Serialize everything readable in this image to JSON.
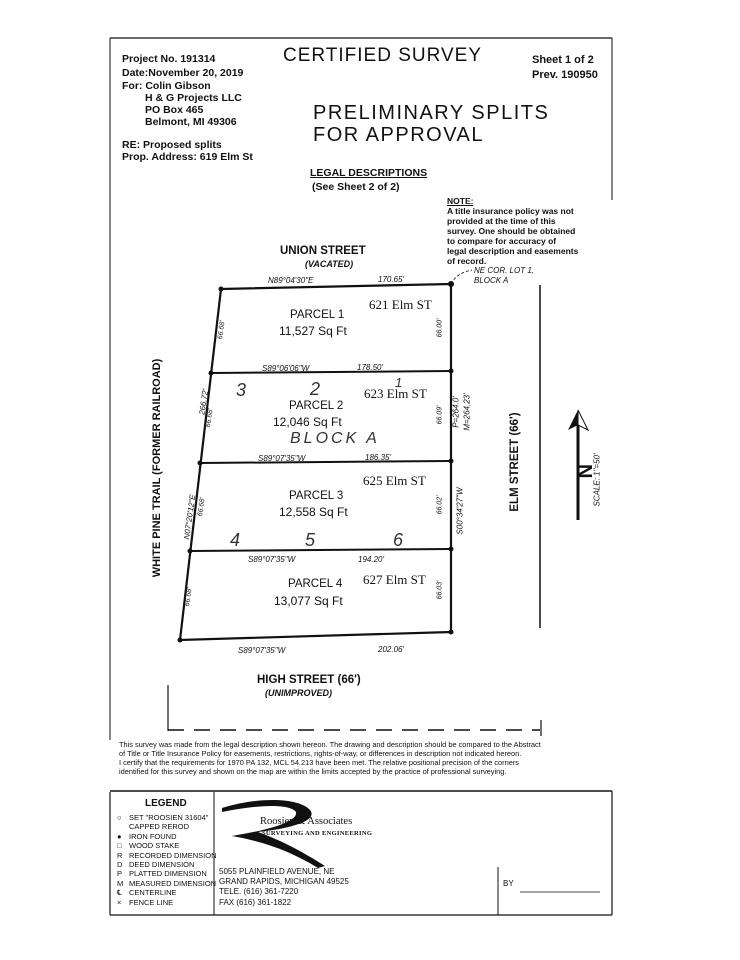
{
  "header": {
    "project": "Project No. 191314",
    "date": "Date:November 20, 2019",
    "for_label": "For: Colin Gibson",
    "client_line2": "H & G Projects LLC",
    "client_line3": "PO Box 465",
    "client_line4": "Belmont, MI  49306",
    "re": "RE: Proposed splits",
    "prop_address": "Prop. Address: 619 Elm St",
    "title": "CERTIFIED SURVEY",
    "sheet": "Sheet 1 of 2",
    "prev": "Prev. 190950",
    "prelim_line1": "PRELIMINARY SPLITS",
    "prelim_line2": "FOR APPROVAL",
    "legal_title": "LEGAL DESCRIPTIONS",
    "legal_sub": "(See Sheet 2 of 2)"
  },
  "note": {
    "title": "NOTE:",
    "lines": [
      "A title insurance policy was not",
      "provided at the time of this",
      "survey. One should be obtained",
      "to compare for accuracy of",
      "legal description and easements",
      "of record."
    ]
  },
  "streets": {
    "union": "UNION STREET",
    "union_sub": "(VACATED)",
    "high": "HIGH STREET (66')",
    "high_sub": "(UNIMPROVED)",
    "elm": "ELM STREET (66')",
    "trail": "WHITE PINE TRAIL (FORMER RAILROAD)"
  },
  "corner": {
    "line1": "NE COR. LOT 1,",
    "line2": "BLOCK A"
  },
  "bearings": {
    "north": "N89°04'30\"E",
    "north_dist": "170.65'",
    "line2": "S89°06'06\"W",
    "line2_dist": "178.50'",
    "line3": "S89°07'35\"W",
    "line3_dist": "186.35'",
    "line4": "S89°07'35\"W",
    "line4_dist": "194.20'",
    "south": "S89°07'35\"W",
    "south_dist": "202.06'",
    "west": "N07°20'12\"E",
    "west_total": "266.72'",
    "east": "S00°34'27\"W",
    "east_p": "P=264.0'",
    "east_m": "M=264.23'",
    "seg_w1": "66.68'",
    "seg_w2": "66.68'",
    "seg_w3": "66.68'",
    "seg_w4": "66.68'",
    "seg_e1": "66.00'",
    "seg_e2": "66.09'",
    "seg_e3": "66.02'",
    "seg_e4": "66.03'"
  },
  "parcels": [
    {
      "name": "PARCEL 1",
      "area": "11,527 Sq Ft",
      "address": "621 Elm ST"
    },
    {
      "name": "PARCEL 2",
      "area": "12,046 Sq Ft",
      "address": "623 Elm ST"
    },
    {
      "name": "PARCEL 3",
      "area": "12,558 Sq Ft",
      "address": "625 Elm ST"
    },
    {
      "name": "PARCEL 4",
      "area": "13,077 Sq Ft",
      "address": "627 Elm ST"
    }
  ],
  "lots": {
    "lot3": "3",
    "lot2": "2",
    "lot1": "1",
    "lot4": "4",
    "lot5": "5",
    "lot6": "6",
    "block": "BLOCK  A"
  },
  "scale": "SCALE: 1\"=50'",
  "cert_text": [
    "This survey was made from the legal description shown hereon. The drawing and description should be compared to the Abstract",
    "of Title or Title Insurance Policy for easements, restrictions, rights-of-way, or differences in description not indicated hereon.",
    "I certify that the requirements for 1970 PA 132, MCL 54.213 have been met. The relative positional precision of the corners",
    "identified for this survey and shown on the map are within the limits accepted by the practice of professional surveying."
  ],
  "legend": {
    "title": "LEGEND",
    "items": [
      {
        "sym": "○",
        "text": "SET \"ROOSIEN 31604\""
      },
      {
        "sym": "",
        "text": "CAPPED REROD"
      },
      {
        "sym": "●",
        "text": "IRON FOUND"
      },
      {
        "sym": "□",
        "text": "WOOD STAKE"
      },
      {
        "sym": "R",
        "text": "RECORDED DIMENSION"
      },
      {
        "sym": "D",
        "text": "DEED DIMENSION"
      },
      {
        "sym": "P",
        "text": "PLATTED DIMENSION"
      },
      {
        "sym": "M",
        "text": "MEASURED DIMENSION"
      },
      {
        "sym": "℄",
        "text": "CENTERLINE"
      },
      {
        "sym": "×",
        "text": "FENCE LINE"
      }
    ]
  },
  "company": {
    "name": "Roosien & Associates",
    "tagline": "SURVEYING AND ENGINEERING",
    "addr1": "5055 PLAINFIELD AVENUE, NE",
    "addr2": "GRAND RAPIDS, MICHIGAN 49525",
    "tele": "TELE. (616) 361-7220",
    "fax": "FAX   (616) 361-1822",
    "by": "BY"
  }
}
